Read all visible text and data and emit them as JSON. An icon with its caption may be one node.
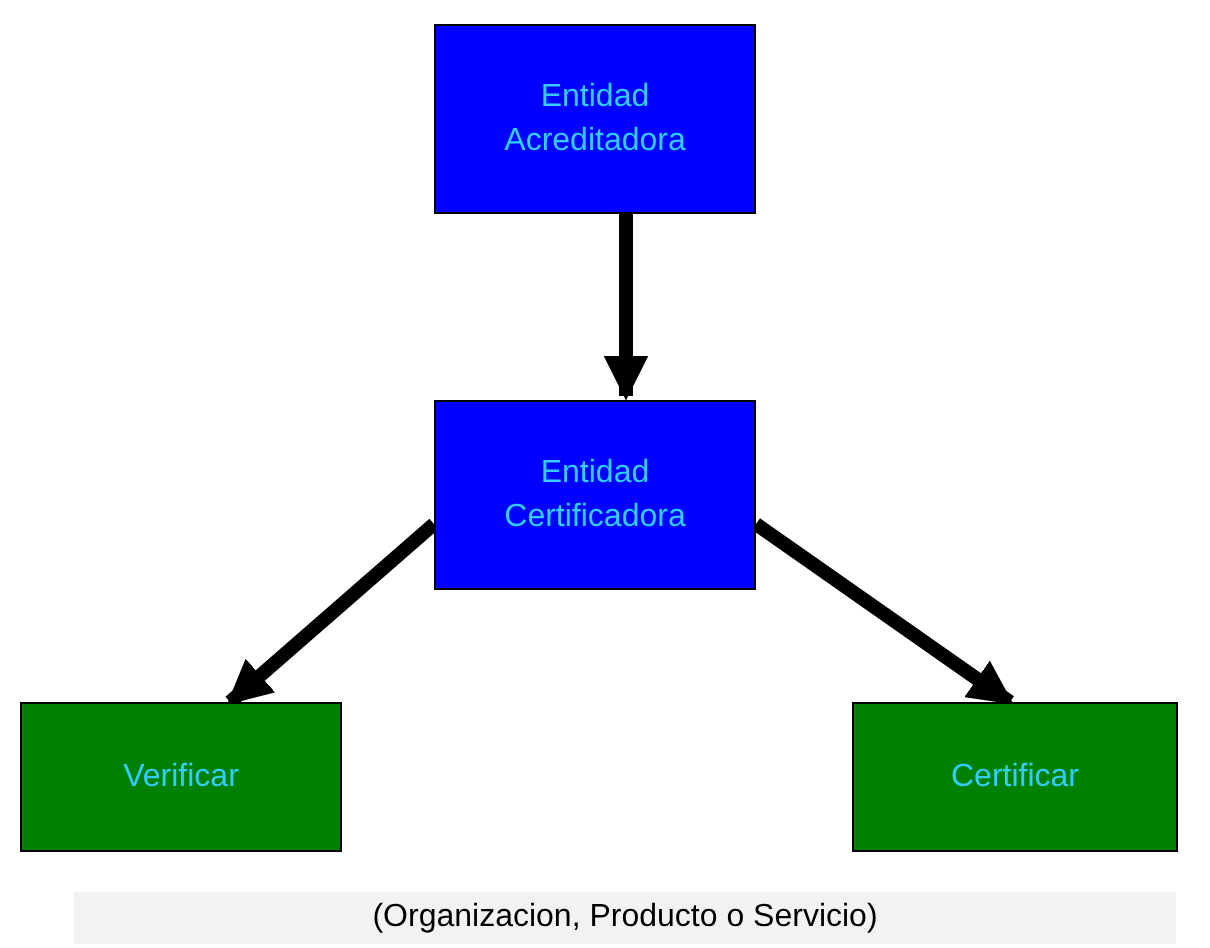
{
  "diagram": {
    "nodes": [
      {
        "text": [
          "Entidad Acreditadora"
        ]
      },
      {
        "text": [
          "Entidad Certificadora"
        ]
      },
      {
        "text": [
          "Verificar"
        ]
      },
      {
        "text": [
          "Certificar"
        ]
      },
      {
        "text": [
          "(Organizacion, Producto o Servicio)"
        ]
      }
    ],
    "edges": [
      {
        "from": 0,
        "to": 1,
        "arrow": "to"
      },
      {
        "from": 1,
        "to": 2,
        "arrow": "to"
      },
      {
        "from": 1,
        "to": 3,
        "arrow": "to"
      }
    ]
  }
}
